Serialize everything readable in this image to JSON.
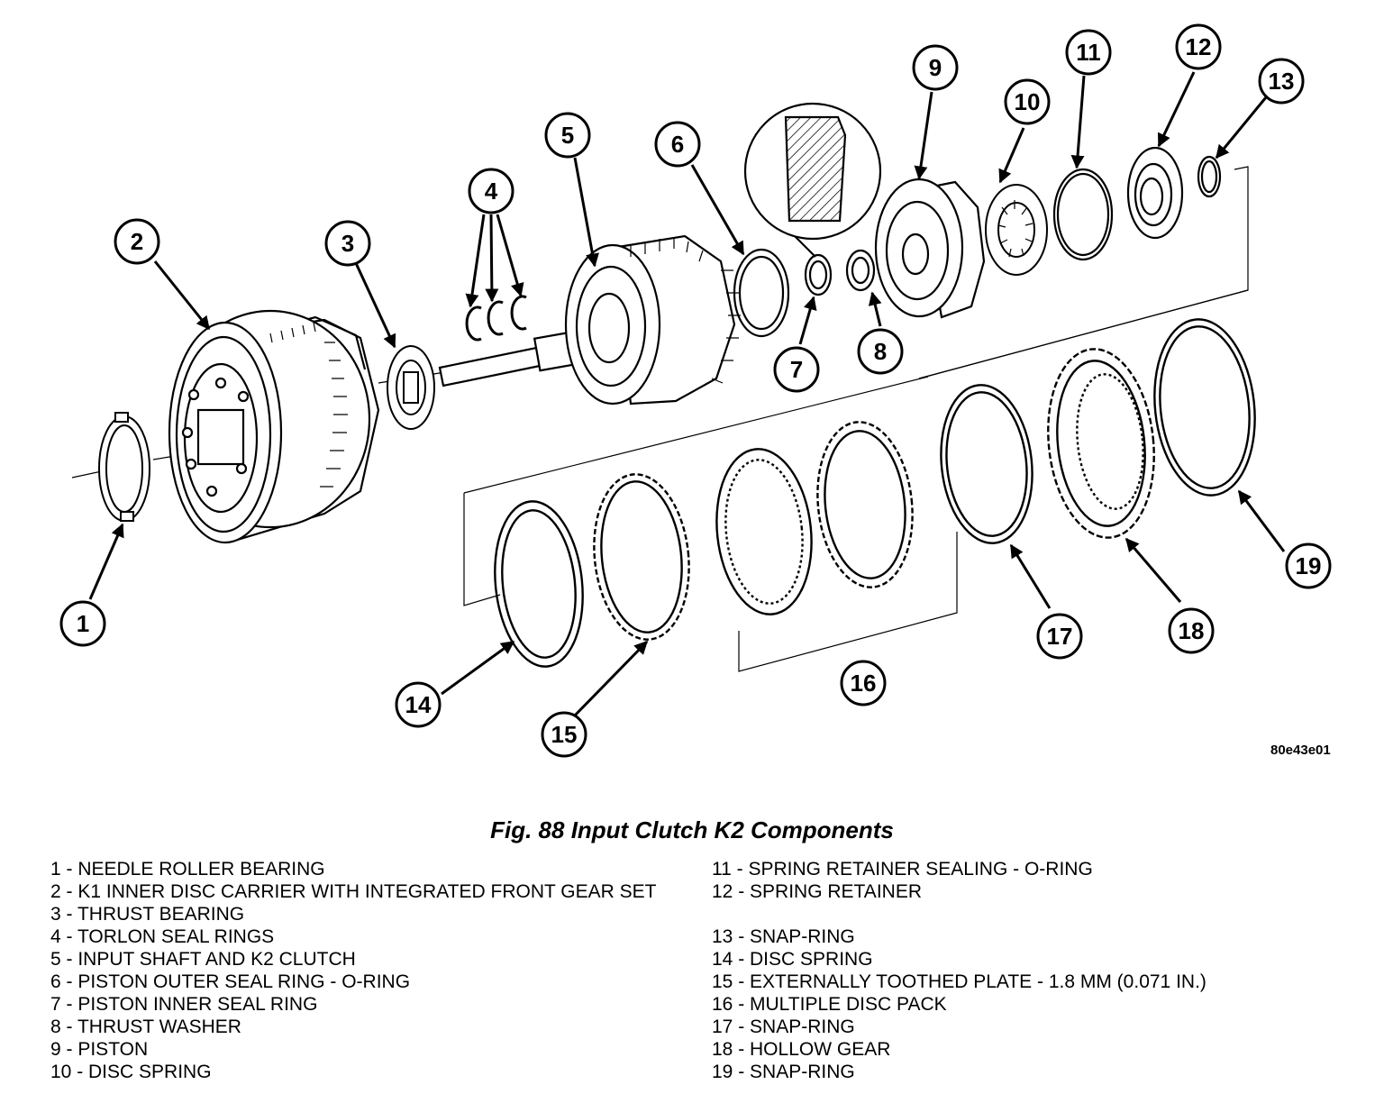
{
  "figure": {
    "code": "80e43e01",
    "title": "Fig. 88 Input Clutch K2 Components"
  },
  "callouts": [
    "1",
    "2",
    "3",
    "4",
    "5",
    "6",
    "7",
    "8",
    "9",
    "10",
    "11",
    "12",
    "13",
    "14",
    "15",
    "16",
    "17",
    "18",
    "19"
  ],
  "legend": {
    "left": [
      "1 - NEEDLE ROLLER BEARING",
      "2 - K1 INNER DISC CARRIER WITH INTEGRATED FRONT GEAR SET",
      "3 - THRUST BEARING",
      "4 - TORLON SEAL RINGS",
      "5 - INPUT SHAFT AND K2 CLUTCH",
      "6 - PISTON OUTER SEAL RING - O-RING",
      "7 - PISTON INNER SEAL RING",
      "8 - THRUST WASHER",
      "9 - PISTON",
      "10 - DISC SPRING"
    ],
    "right": [
      "11 - SPRING RETAINER SEALING - O-RING",
      "12 - SPRING RETAINER",
      "",
      "13 - SNAP-RING",
      "14 - DISC SPRING",
      "15 - EXTERNALLY TOOTHED PLATE - 1.8 MM (0.071 IN.)",
      "16 - MULTIPLE DISC PACK",
      "17 - SNAP-RING",
      "18 - HOLLOW GEAR",
      "19 - SNAP-RING"
    ]
  }
}
